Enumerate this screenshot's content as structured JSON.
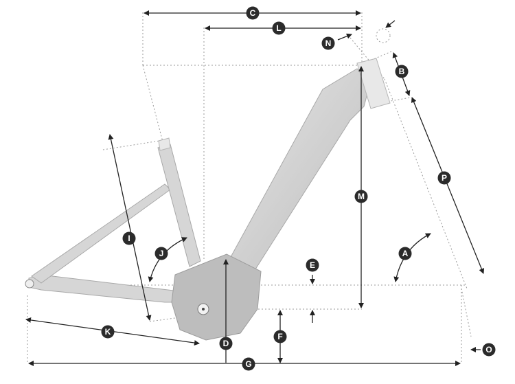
{
  "labels": {
    "A": "A",
    "B": "B",
    "C": "C",
    "D": "D",
    "E": "E",
    "F": "F",
    "G": "G",
    "I": "I",
    "J": "J",
    "K": "K",
    "L": "L",
    "M": "M",
    "N": "N",
    "O": "O",
    "P": "P"
  },
  "colors": {
    "badge": "#2b2b2b",
    "frame": "#d6d6d6",
    "line": "#222222"
  }
}
